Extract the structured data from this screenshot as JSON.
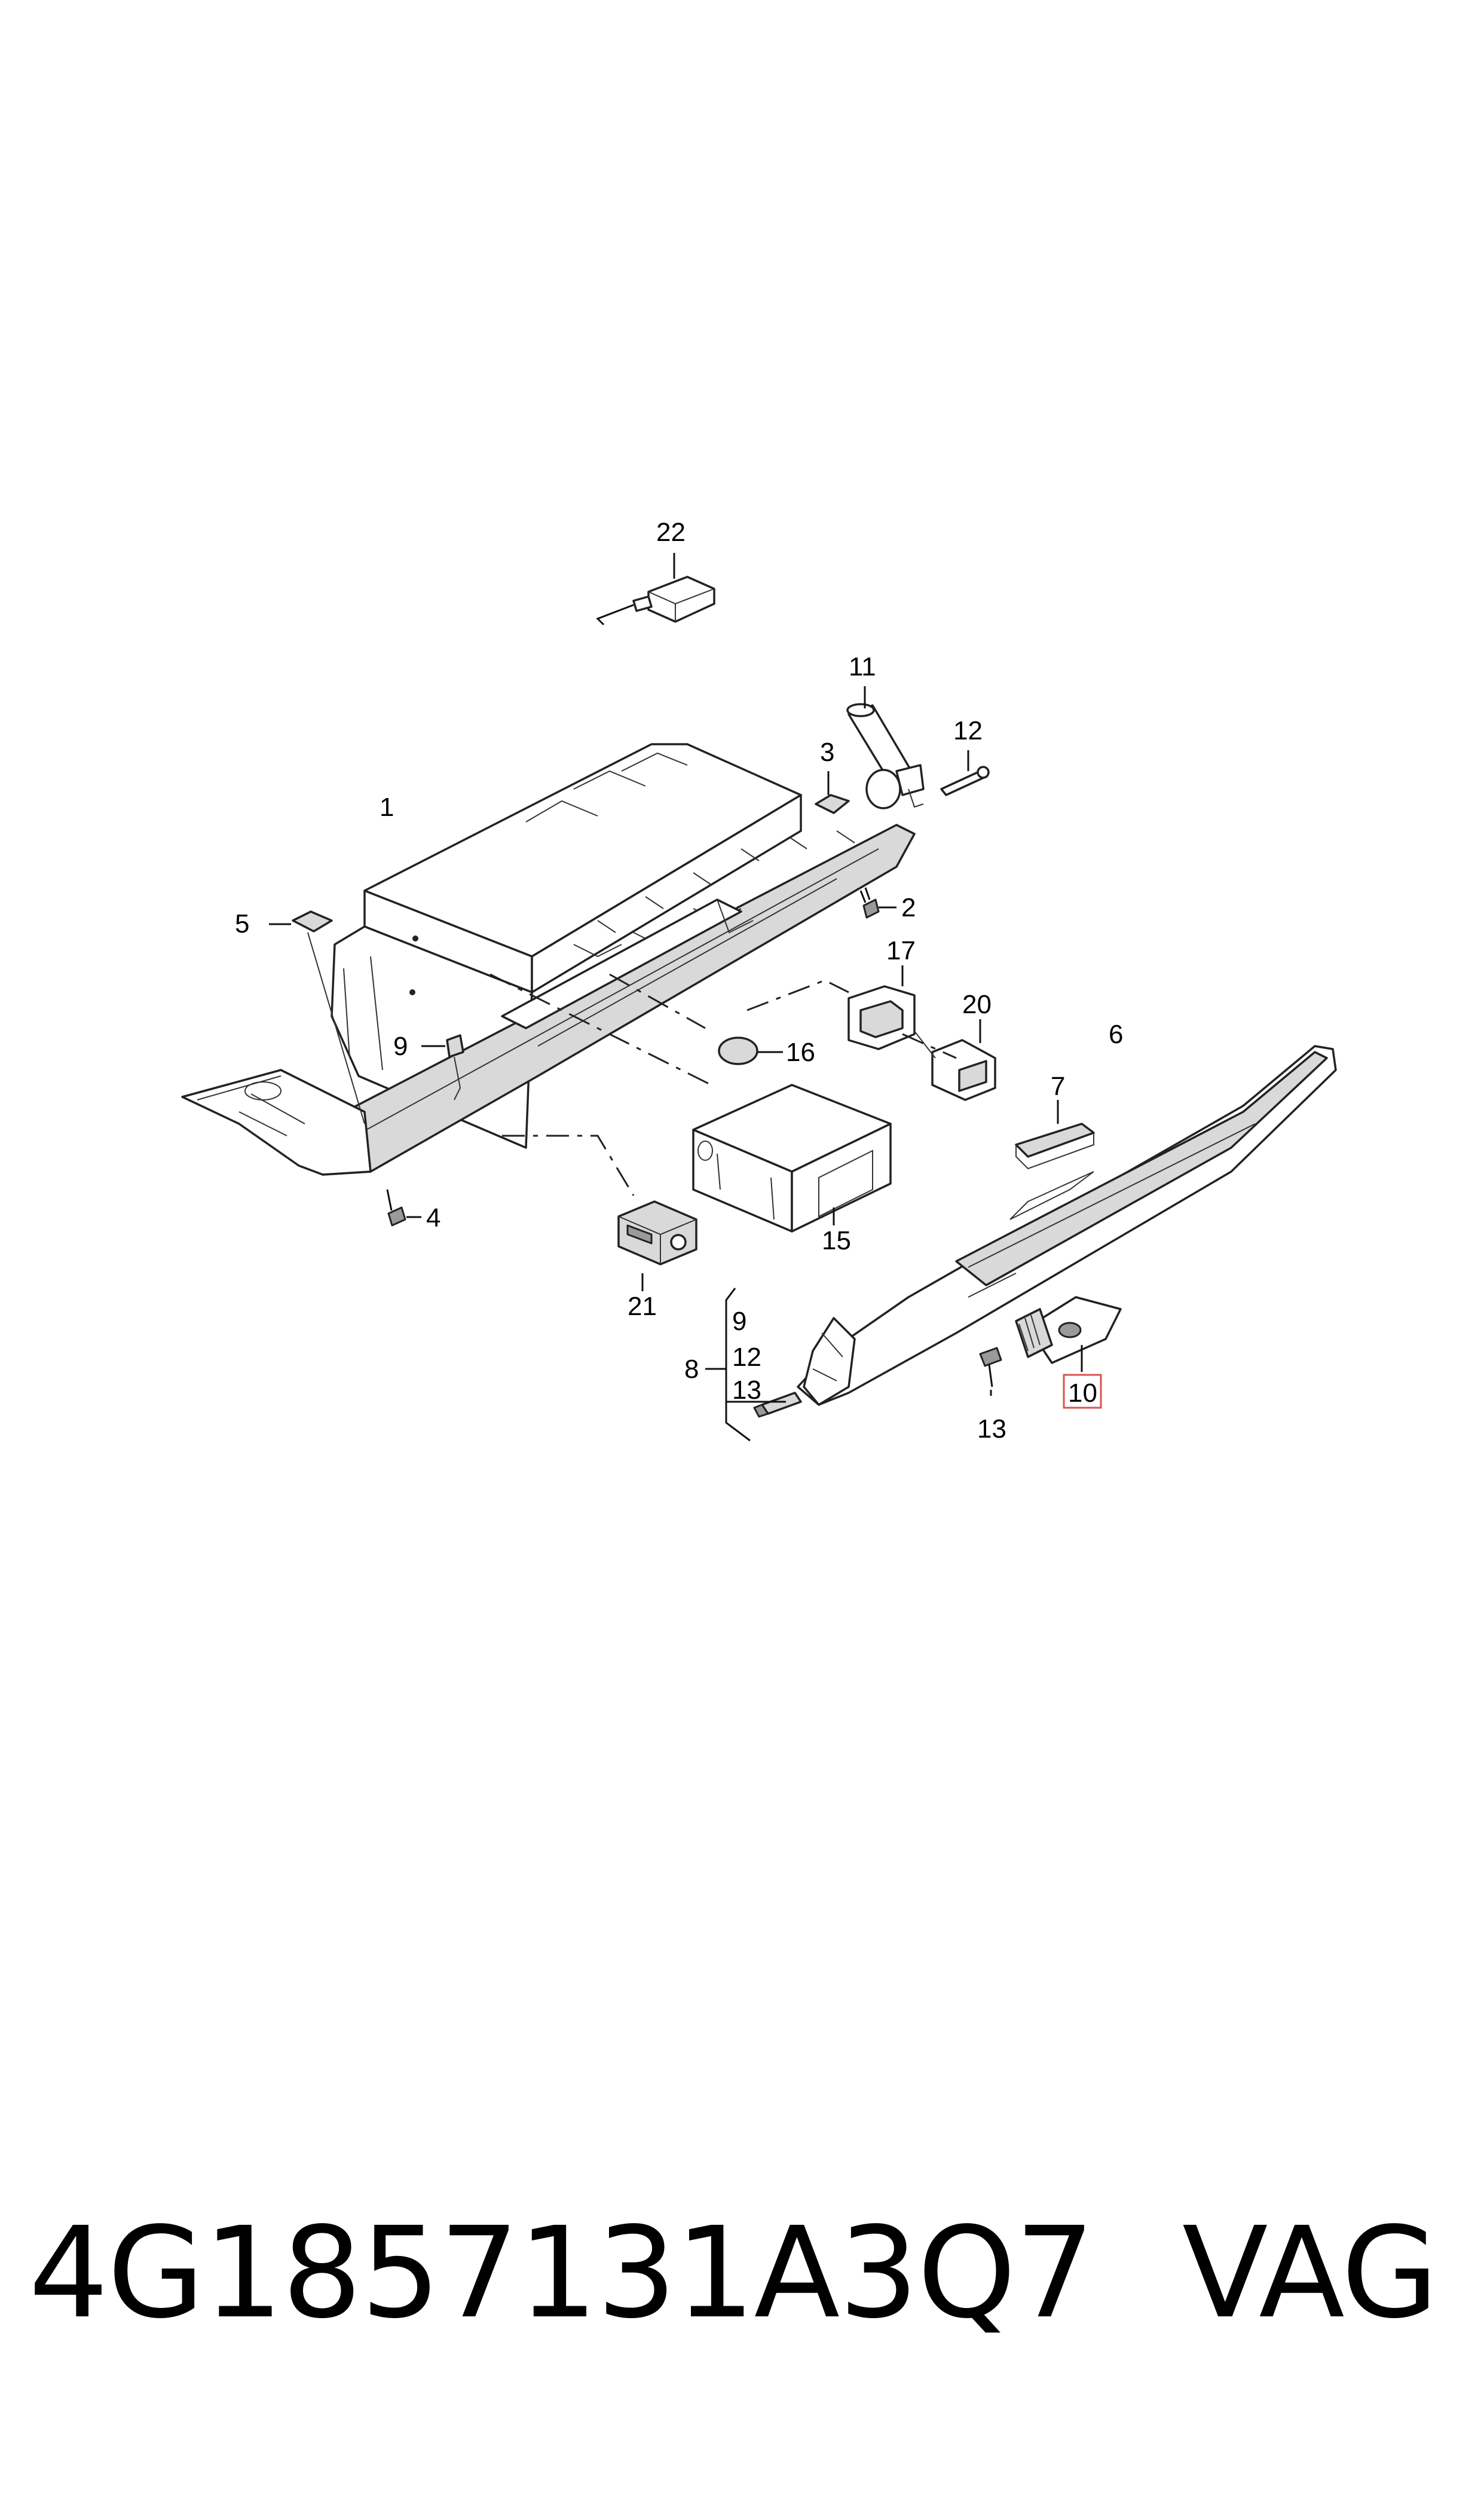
{
  "diagram": {
    "callouts": [
      {
        "id": "1",
        "label": "1"
      },
      {
        "id": "2",
        "label": "2"
      },
      {
        "id": "3",
        "label": "3"
      },
      {
        "id": "4",
        "label": "4"
      },
      {
        "id": "5",
        "label": "5"
      },
      {
        "id": "6",
        "label": "6"
      },
      {
        "id": "7",
        "label": "7"
      },
      {
        "id": "8",
        "label": "8"
      },
      {
        "id": "9a",
        "label": "9"
      },
      {
        "id": "9b",
        "label": "9"
      },
      {
        "id": "10",
        "label": "10",
        "highlighted": true
      },
      {
        "id": "11",
        "label": "11"
      },
      {
        "id": "12a",
        "label": "12"
      },
      {
        "id": "12b",
        "label": "12"
      },
      {
        "id": "13a",
        "label": "13"
      },
      {
        "id": "13b",
        "label": "13"
      },
      {
        "id": "15",
        "label": "15"
      },
      {
        "id": "16",
        "label": "16"
      },
      {
        "id": "17",
        "label": "17"
      },
      {
        "id": "20",
        "label": "20"
      },
      {
        "id": "21",
        "label": "21"
      },
      {
        "id": "22",
        "label": "22"
      }
    ],
    "highlight_color": "#d9534f"
  },
  "footer": {
    "part_number": "4G1857131A3Q7",
    "brand": "VAG"
  }
}
